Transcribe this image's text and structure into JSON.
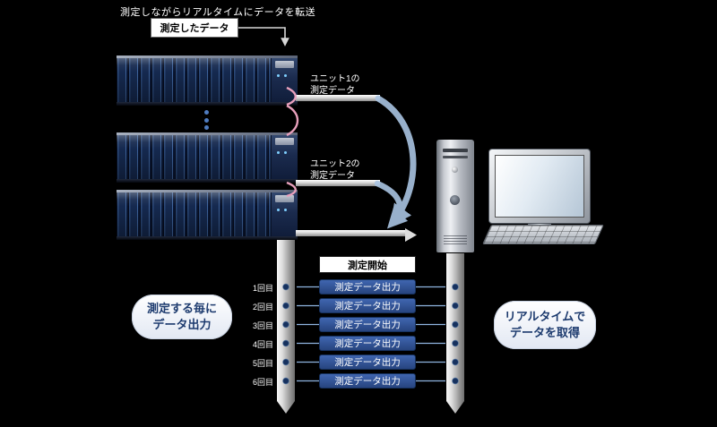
{
  "caption": "測定しながらリアルタイムにデータを転送",
  "measured_data_box": "測定したデータ",
  "annotations": {
    "unit1": {
      "line1": "ユニット1の",
      "line2": "測定データ"
    },
    "unit2": {
      "line1": "ユニット2の",
      "line2": "測定データ"
    }
  },
  "timeline": {
    "start_label": "測定開始",
    "outputs": [
      "測定データ出力",
      "測定データ出力",
      "測定データ出力",
      "測定データ出力",
      "測定データ出力",
      "測定データ出力"
    ],
    "ticks": [
      "1回目",
      "2回目",
      "3回目",
      "4回目",
      "5回目",
      "6回目"
    ]
  },
  "callouts": {
    "left": {
      "line1": "測定する毎に",
      "line2": "データ出力"
    },
    "right": {
      "line1": "リアルタイムで",
      "line2": "データを取得"
    }
  },
  "colors": {
    "background": "#000000",
    "output_box": "#2e549e",
    "callout_text": "#1c3a6e",
    "flow_arrow": "#a9c4e2",
    "link_cable": "#e8a0bc"
  }
}
